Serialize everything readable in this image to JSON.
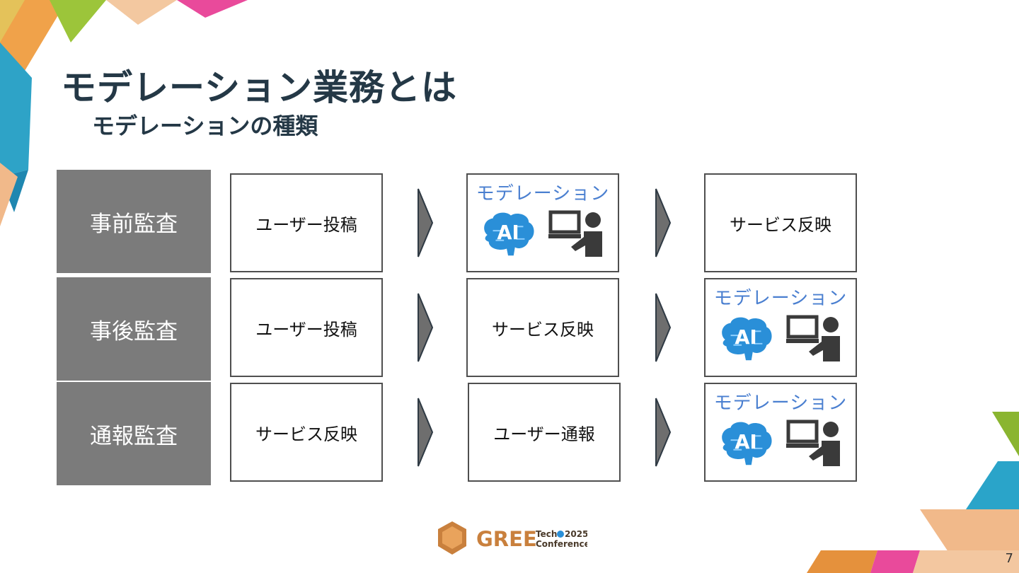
{
  "slide": {
    "title": "モデレーション業務とは",
    "subtitle": "モデレーションの種類",
    "page_number": "7"
  },
  "rows": [
    {
      "label": "事前監査",
      "steps": [
        "ユーザー投稿",
        "モデレーション",
        "サービス反映"
      ]
    },
    {
      "label": "事後監査",
      "steps": [
        "ユーザー投稿",
        "サービス反映",
        "モデレーション"
      ]
    },
    {
      "label": "通報監査",
      "steps": [
        "サービス反映",
        "ユーザー通報",
        "モデレーション"
      ]
    }
  ],
  "icons": {
    "ai": "ai-brain-icon",
    "operator": "person-at-computer-icon",
    "arrow": "chevron-right-icon"
  },
  "logo": {
    "brand": "GREE",
    "line1": "Tech",
    "year": "2025",
    "line2": "Conference"
  },
  "colors": {
    "title": "#243846",
    "label_bg": "#7b7b7b",
    "moderation_text": "#4a7fd0",
    "ai_icon": "#2a8fd8"
  }
}
